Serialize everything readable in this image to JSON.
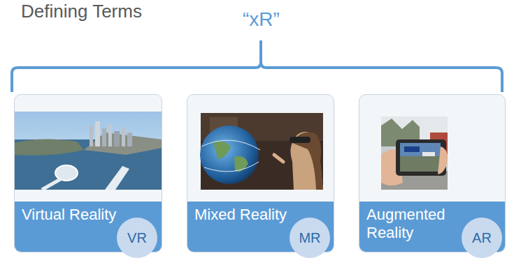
{
  "diagram": {
    "title": "Defining Terms",
    "nodes": [
      {
        "text": [
          "Virtual Reality"
        ]
      },
      {
        "text": [
          "VR"
        ],
        "in": 0
      },
      {
        "text": [
          "Mixed Reality"
        ]
      },
      {
        "text": [
          "MR"
        ],
        "in": 2
      },
      {
        "text": [
          "Augmented Reality"
        ]
      },
      {
        "text": [
          "AR"
        ],
        "in": 4
      }
    ],
    "labels": [
      "“xR”"
    ]
  }
}
